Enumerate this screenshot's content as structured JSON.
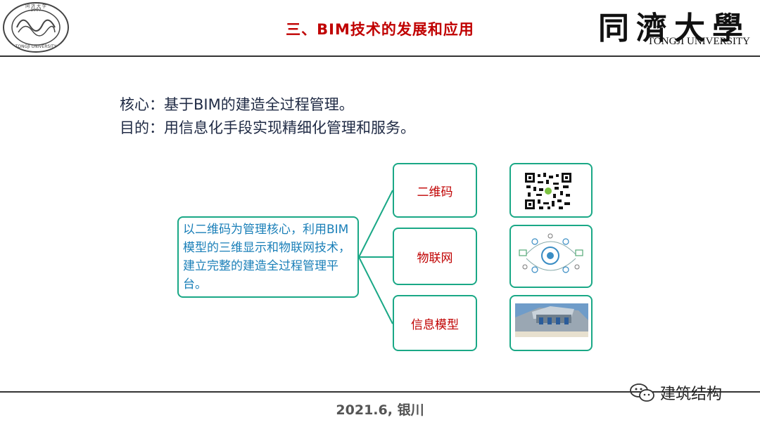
{
  "header": {
    "title": "三、BIM技术的发展和应用",
    "logo_cn": "同濟大學",
    "logo_en": "TONGJI UNIVERSITY",
    "seal_text": "TONGJI UNIVERSITY",
    "seal_year": "1907",
    "seal_cn": "同 济 大 学"
  },
  "intro": {
    "line1": "核心：基于BIM的建造全过程管理。",
    "line2": "目的：用信息化手段实现精细化管理和服务。"
  },
  "diagram": {
    "main_text": "以二维码为管理核心，利用BIM模型的三维显示和物联网技术，建立完整的建造全过程管理平台。",
    "nodes": [
      "二维码",
      "物联网",
      "信息模型"
    ]
  },
  "footer": {
    "date": "2021.6, 银川",
    "watermark": "建筑结构"
  },
  "colors": {
    "title": "#c00000",
    "border": "#1aa886",
    "main_text": "#1a7fb8"
  }
}
